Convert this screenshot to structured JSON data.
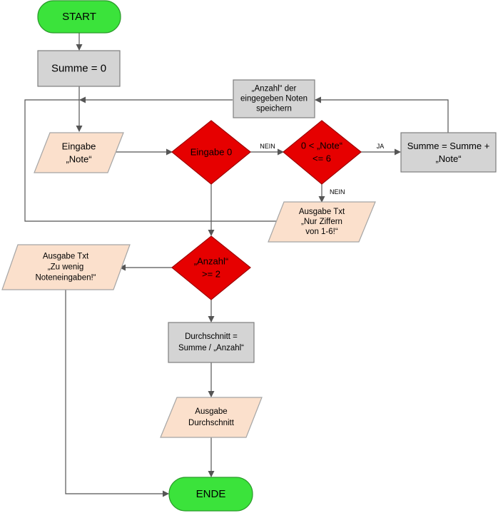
{
  "nodes": {
    "start": {
      "lines": [
        "START"
      ]
    },
    "init": {
      "lines": [
        "Summe = 0"
      ]
    },
    "count_note": {
      "lines": [
        "„Anzahl“ der",
        "eingegeben Noten",
        "speichern"
      ]
    },
    "input_note": {
      "lines": [
        "Eingabe",
        "„Note“"
      ]
    },
    "check_zero": {
      "lines": [
        "Eingabe 0"
      ]
    },
    "check_range": {
      "lines": [
        "0 < „Note“",
        "<= 6"
      ]
    },
    "add_sum": {
      "lines": [
        "Summe = Summe +",
        "„Note“"
      ]
    },
    "err_digits": {
      "lines": [
        "Ausgabe Txt",
        "„Nur Ziffern",
        "von 1-6!“"
      ]
    },
    "check_count": {
      "lines": [
        "„Anzahl“",
        ">= 2"
      ]
    },
    "err_few": {
      "lines": [
        "Ausgabe Txt",
        "„Zu wenig",
        "Noteneingaben!“"
      ]
    },
    "average": {
      "lines": [
        "Durchschnitt =",
        "Summe / „Anzahl“"
      ]
    },
    "output_avg": {
      "lines": [
        "Ausgabe",
        "Durchschnitt"
      ]
    },
    "end": {
      "lines": [
        "ENDE"
      ]
    }
  },
  "edges": {
    "zero_no": "NEIN",
    "range_yes": "JA",
    "range_no": "NEIN"
  },
  "colors": {
    "terminal_fill": "#3be33b",
    "terminal_stroke": "#2a9a2a",
    "process_fill": "#d4d4d4",
    "process_stroke": "#7f7f7f",
    "io_fill": "#fbe0cc",
    "io_stroke": "#a5a5a5",
    "decision_fill": "#e60000",
    "decision_stroke": "#a00000",
    "line": "#555555"
  }
}
